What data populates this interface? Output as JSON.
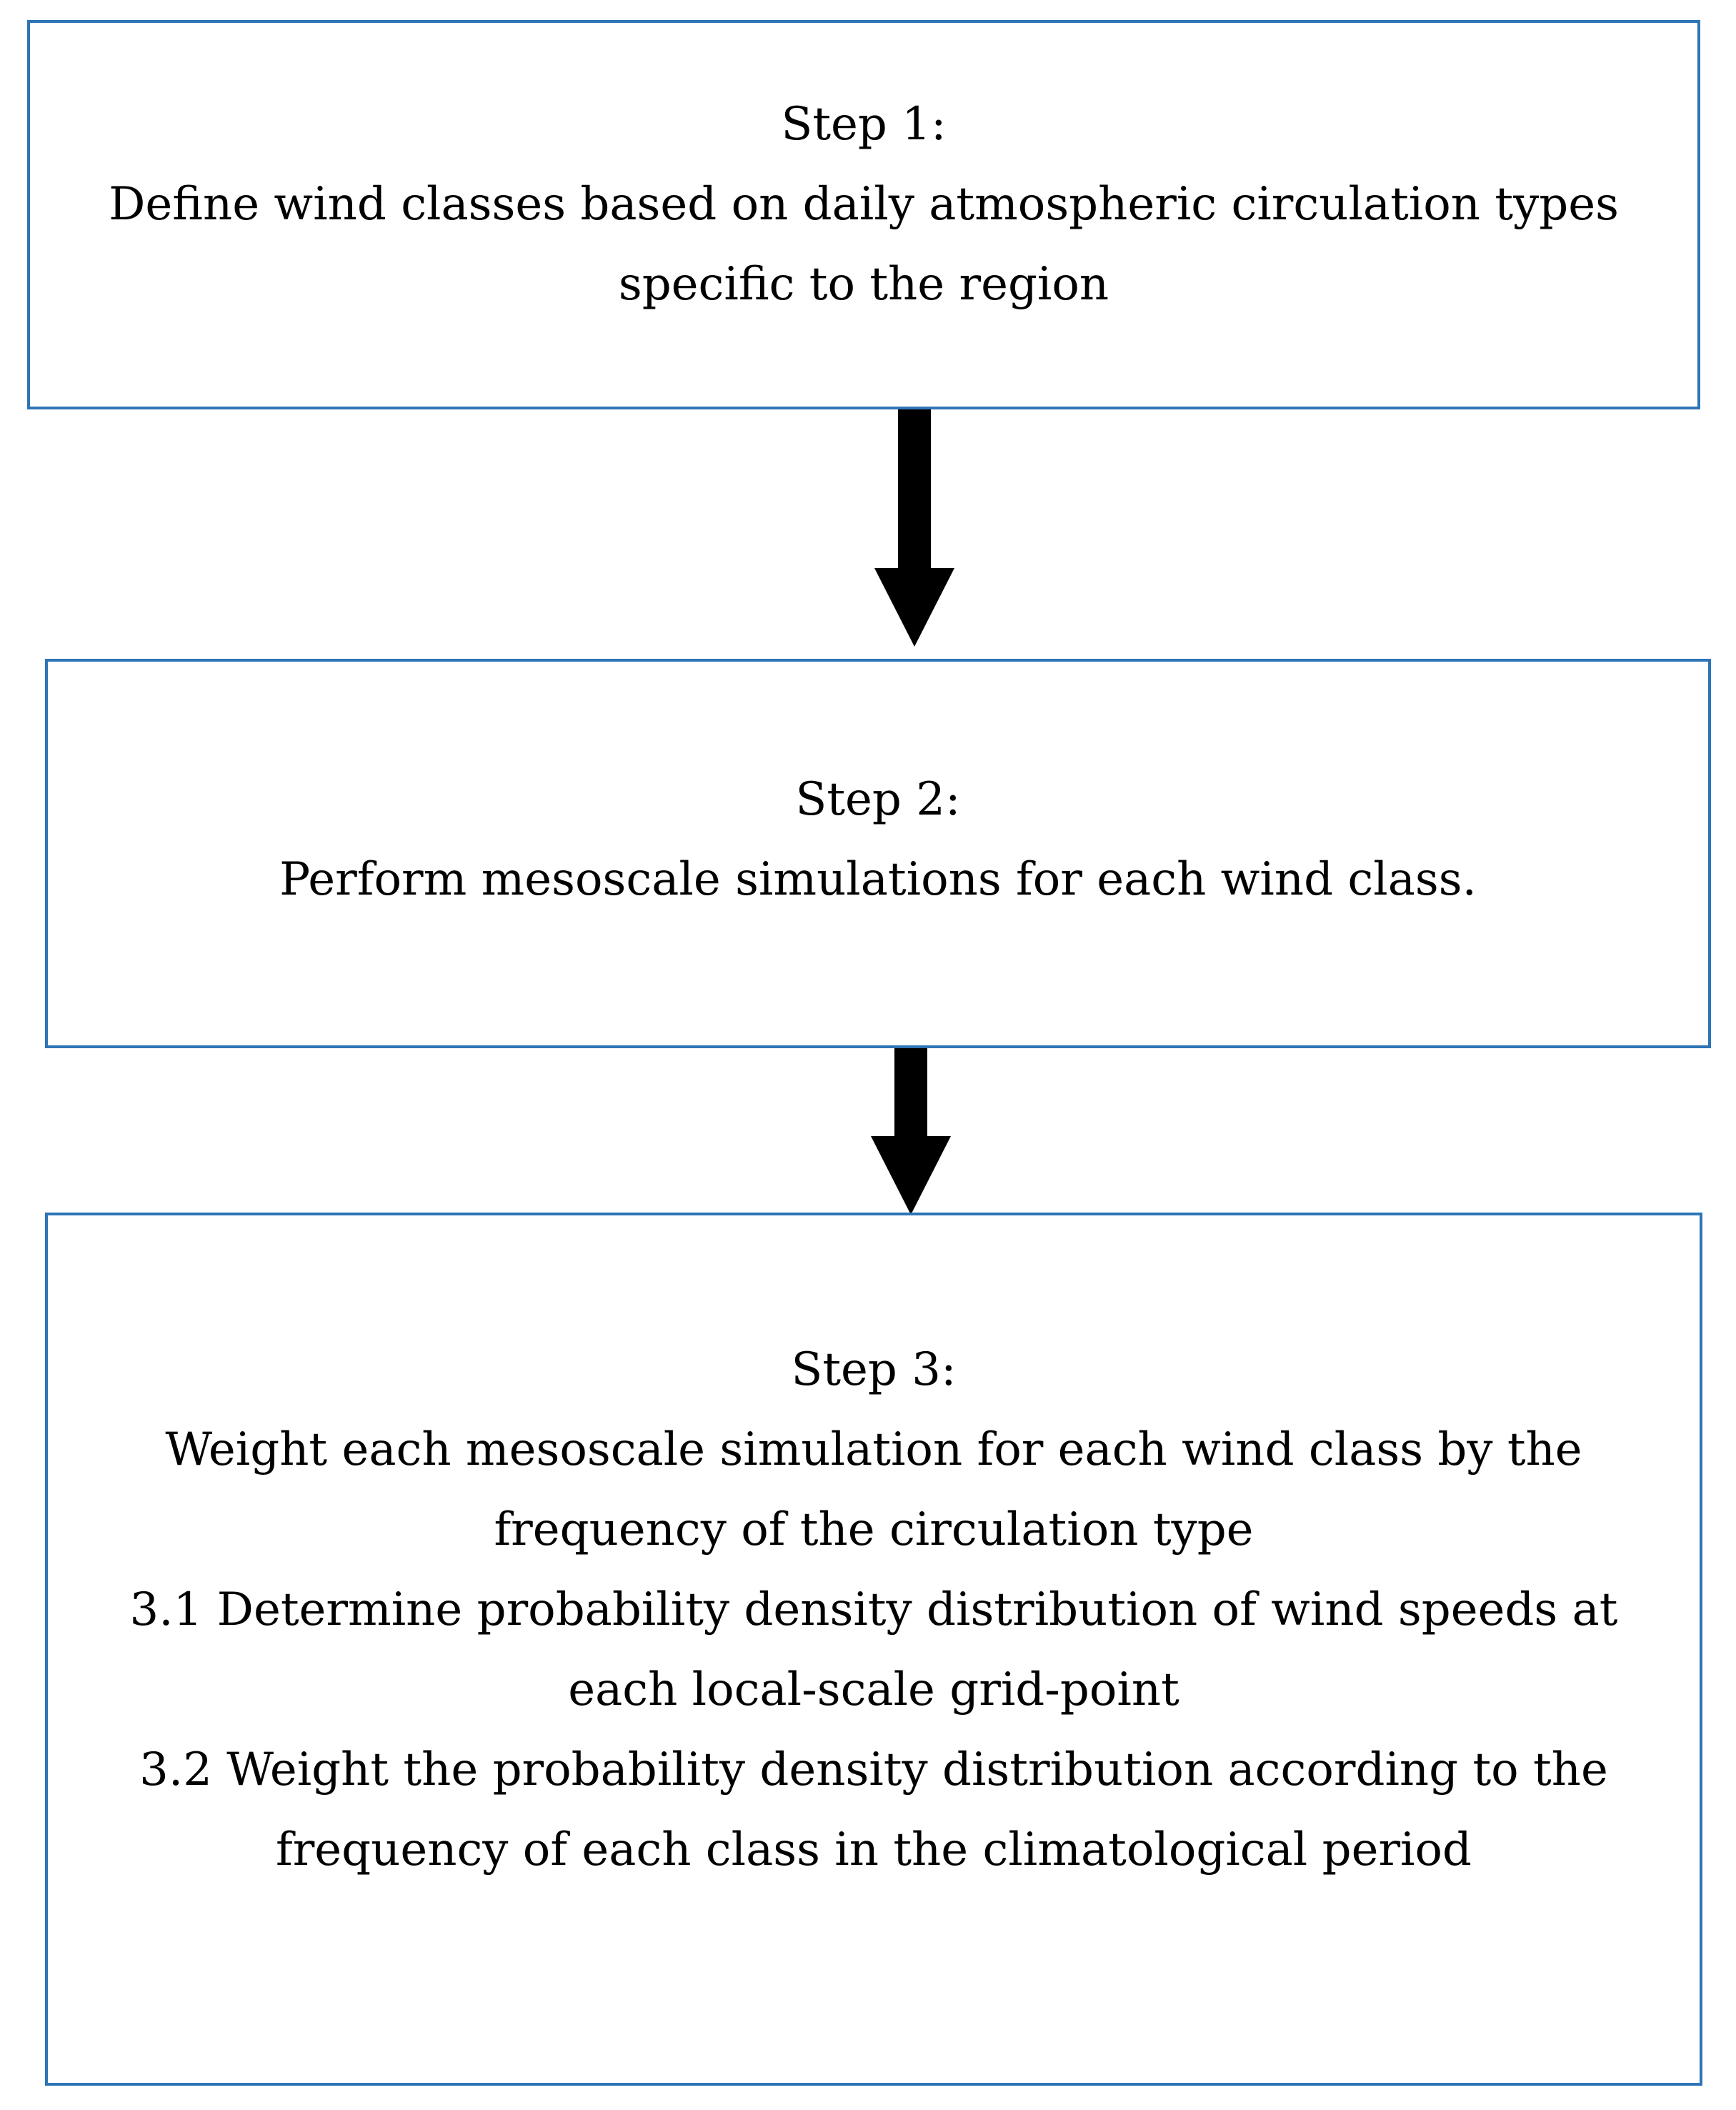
{
  "steps": [
    {
      "title": "Step 1:",
      "lines": [
        "Define wind classes based on daily atmospheric circulation types",
        "specific to the region"
      ]
    },
    {
      "title": "Step 2:",
      "lines": [
        "Perform mesoscale simulations for each wind class."
      ]
    },
    {
      "title": "Step 3:",
      "lines": [
        "Weight each mesoscale simulation for each wind class by the",
        "frequency of the circulation type",
        "3.1 Determine probability density distribution of wind speeds at",
        "each local-scale grid-point",
        "3.2 Weight the probability density distribution according to the",
        "frequency of each class in the climatological period"
      ]
    }
  ],
  "colors": {
    "box_border": "#2e75b6",
    "arrow": "#000000",
    "text": "#000000"
  },
  "icons": [
    "arrow-down-icon",
    "arrow-down-icon"
  ]
}
